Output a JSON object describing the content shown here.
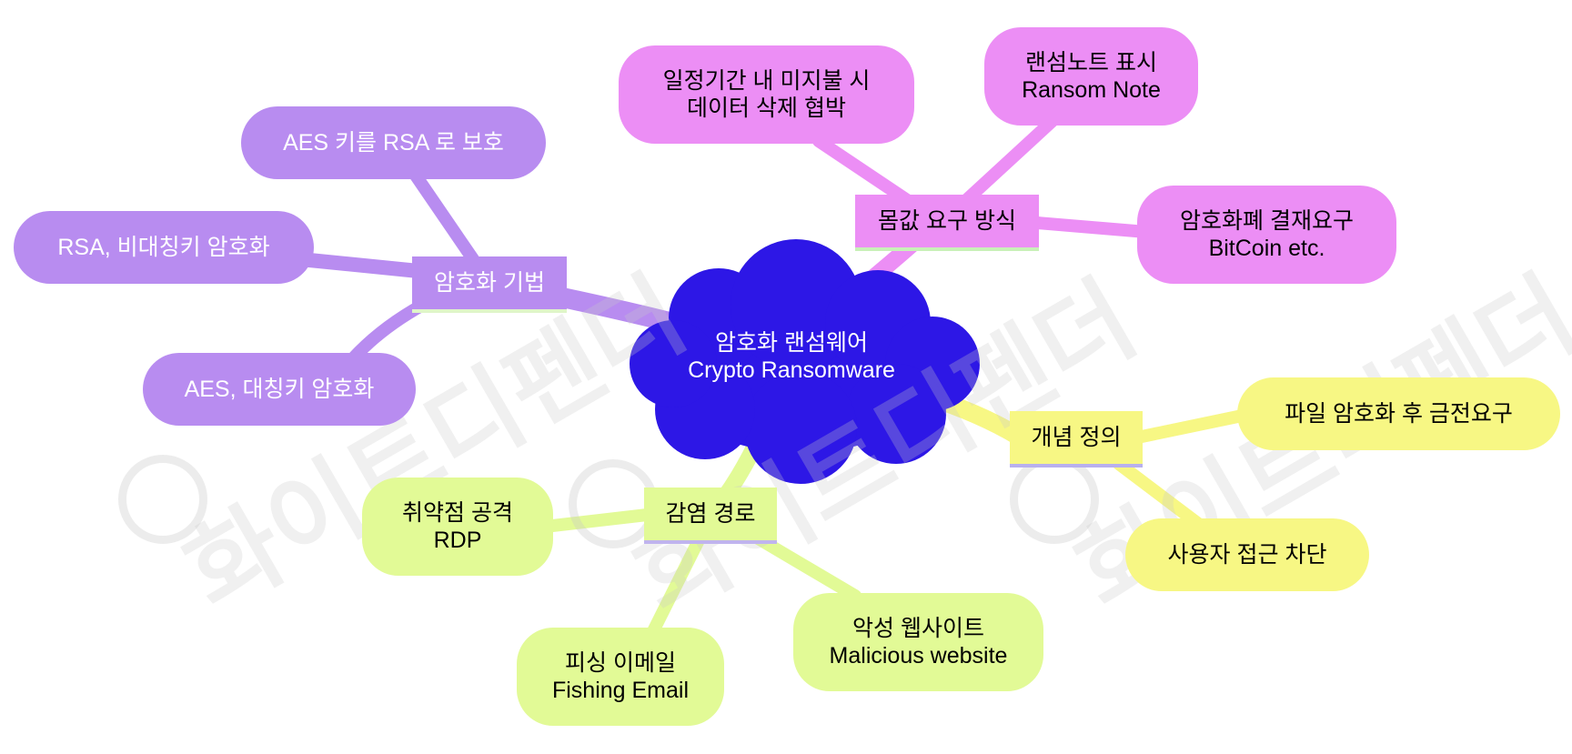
{
  "colors": {
    "root": "#2d17e6",
    "purple": "#b88cf0",
    "pink": "#ec8ef5",
    "yellow": "#f7f784",
    "green": "#e2fa96",
    "purple_underline": "#dff5c8",
    "pink_underline": "#c8f0b8",
    "yellow_underline": "#b8b0ee",
    "green_underline": "#c0b4ee"
  },
  "watermark": {
    "text": "화이트디펜더"
  },
  "root": {
    "lines": [
      "암호화 랜섬웨어",
      "Crypto Ransomware"
    ]
  },
  "branches": {
    "crypto_technique": {
      "label": "암호화 기법",
      "leaves": [
        {
          "lines": [
            "AES 키를 RSA 로 보호"
          ]
        },
        {
          "lines": [
            "RSA, 비대칭키 암호화"
          ]
        },
        {
          "lines": [
            "AES, 대칭키 암호화"
          ]
        }
      ]
    },
    "ransom_demand": {
      "label": "몸값 요구 방식",
      "leaves": [
        {
          "lines": [
            "일정기간 내 미지불 시",
            "데이터 삭제 협박"
          ]
        },
        {
          "lines": [
            "랜섬노트 표시",
            "Ransom Note"
          ]
        },
        {
          "lines": [
            "암호화폐 결재요구",
            "BitCoin etc."
          ]
        }
      ]
    },
    "definition": {
      "label": "개념 정의",
      "leaves": [
        {
          "lines": [
            "파일 암호화 후 금전요구"
          ]
        },
        {
          "lines": [
            "사용자 접근 차단"
          ]
        }
      ]
    },
    "infection": {
      "label": "감염 경로",
      "leaves": [
        {
          "lines": [
            "취약점 공격",
            "RDP"
          ]
        },
        {
          "lines": [
            "피싱 이메일",
            "Fishing Email"
          ]
        },
        {
          "lines": [
            "악성 웹사이트",
            "Malicious website"
          ]
        }
      ]
    }
  }
}
